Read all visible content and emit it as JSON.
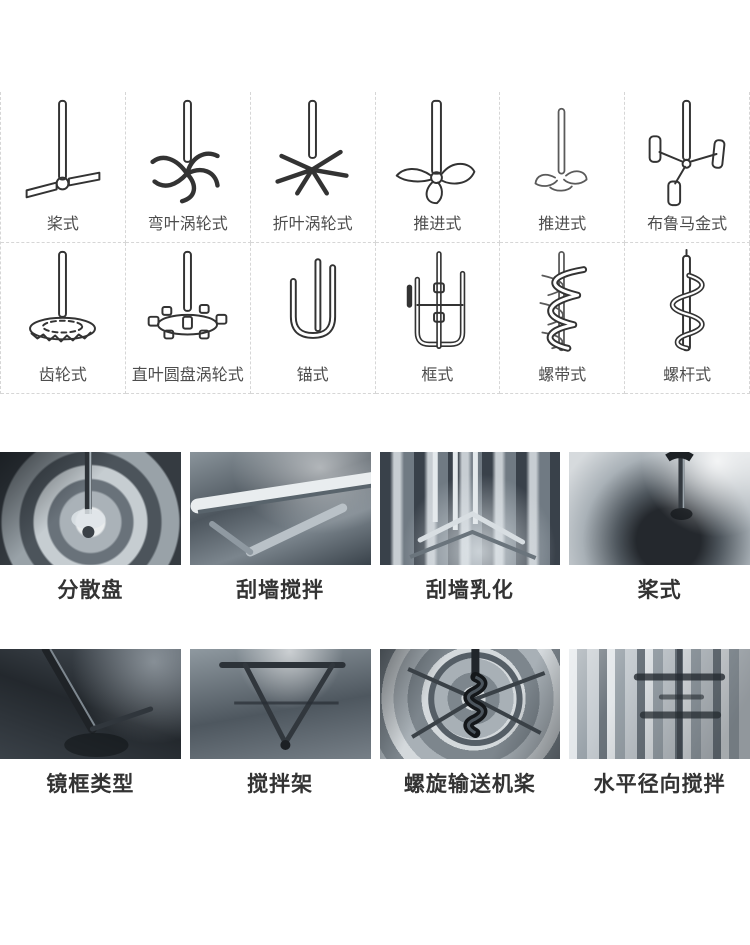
{
  "page": {
    "background": "#ffffff"
  },
  "diagram_grid": {
    "border_color": "#d6d6d6",
    "label_color": "#4d4d4d",
    "line_color": "#333333",
    "items": [
      {
        "label": "桨式",
        "icon": "paddle-agitator-icon"
      },
      {
        "label": "弯叶涡轮式",
        "icon": "curved-blade-turbine-icon"
      },
      {
        "label": "折叶涡轮式",
        "icon": "pitched-blade-turbine-icon"
      },
      {
        "label": "推进式",
        "icon": "propeller-icon"
      },
      {
        "label": "推进式",
        "icon": "propeller-small-icon"
      },
      {
        "label": "布鲁马金式",
        "icon": "brumagin-agitator-icon"
      },
      {
        "label": "齿轮式",
        "icon": "gear-disc-agitator-icon"
      },
      {
        "label": "直叶圆盘涡轮式",
        "icon": "straight-blade-disc-turbine-icon"
      },
      {
        "label": "锚式",
        "icon": "anchor-agitator-icon"
      },
      {
        "label": "框式",
        "icon": "frame-agitator-icon"
      },
      {
        "label": "螺带式",
        "icon": "helical-ribbon-agitator-icon"
      },
      {
        "label": "螺杆式",
        "icon": "screw-agitator-icon"
      }
    ]
  },
  "photo_grid": {
    "label_color": "#333333",
    "items": [
      {
        "label": "分散盘"
      },
      {
        "label": "刮墙搅拌"
      },
      {
        "label": "刮墙乳化"
      },
      {
        "label": "桨式"
      },
      {
        "label": "镜框类型"
      },
      {
        "label": "搅拌架"
      },
      {
        "label": "螺旋输送机桨"
      },
      {
        "label": "水平径向搅拌"
      }
    ]
  }
}
